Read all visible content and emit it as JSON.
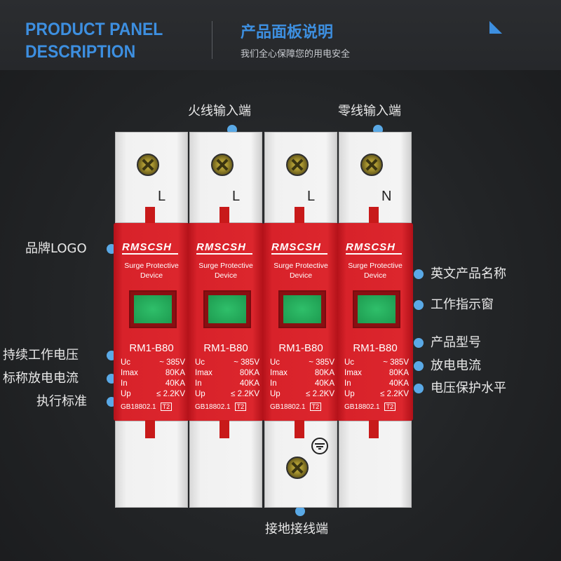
{
  "header": {
    "en_line1": "PRODUCT PANEL",
    "en_line2": "DESCRIPTION",
    "cn_title": "产品面板说明",
    "cn_subtitle": "我们全心保障您的用电安全"
  },
  "labels": {
    "live_input": "火线输入端",
    "neutral_input": "零线输入端",
    "brand_logo": "品牌LOGO",
    "english_name": "英文产品名称",
    "work_window": "工作指示窗",
    "continuous_voltage": "持续工作电压",
    "nominal_discharge": "标称放电电流",
    "standard": "执行标准",
    "model": "产品型号",
    "discharge_current": "放电电流",
    "protection_level": "电压保护水平",
    "ground_terminal": "接地接线端"
  },
  "modules": [
    {
      "terminal": "L"
    },
    {
      "terminal": "L"
    },
    {
      "terminal": "L"
    },
    {
      "terminal": "N"
    }
  ],
  "device": {
    "logo": "RMSCSH",
    "product_line1": "Surge Protective",
    "product_line2": "Device",
    "model": "RM1-B80",
    "specs": [
      {
        "k": "Uc",
        "v": "~ 385V"
      },
      {
        "k": "Imax",
        "v": "80KA"
      },
      {
        "k": "In",
        "v": "40KA"
      },
      {
        "k": "Up",
        "v": "≤ 2.2KV"
      }
    ],
    "standard": "GB18802.1",
    "class": "T2"
  },
  "colors": {
    "accent": "#3d8fe0",
    "dot": "#5aa9e6",
    "device_red": "#dc262d",
    "window_green": "#2fbf6a"
  }
}
